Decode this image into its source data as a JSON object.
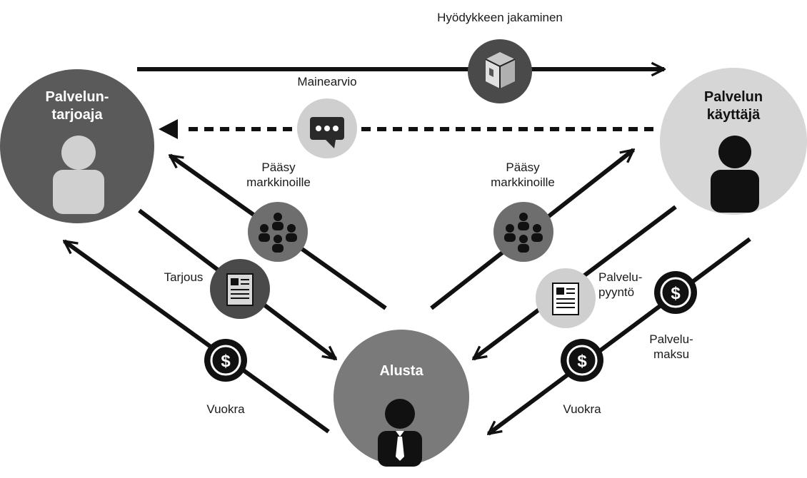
{
  "nodes": {
    "provider": {
      "line1": "Palvelun-",
      "line2": "tarjoaja"
    },
    "user": {
      "line1": "Palvelun",
      "line2": "käyttäjä"
    },
    "platform": {
      "label": "Alusta"
    }
  },
  "flows": {
    "asset_sharing": "Hyödykkeen jakaminen",
    "reputation": "Mainearvio",
    "market_access_left": {
      "line1": "Pääsy",
      "line2": "markkinoille"
    },
    "market_access_right": {
      "line1": "Pääsy",
      "line2": "markkinoille"
    },
    "offer": "Tarjous",
    "service_request": {
      "line1": "Palvelu-",
      "line2": "pyyntö"
    },
    "rent_left": "Vuokra",
    "rent_right": "Vuokra",
    "service_fee": {
      "line1": "Palvelu-",
      "line2": "maksu"
    }
  },
  "icons": {
    "box": "package-icon",
    "chat": "chat-bubble-icon",
    "group": "people-group-icon",
    "document": "document-icon",
    "dollar": "dollar-coin-icon",
    "person": "person-icon",
    "businessperson": "person-with-tie-icon"
  },
  "colors": {
    "provider_fill": "#5a5a5a",
    "user_fill": "#d6d6d6",
    "platform_fill": "#7a7a7a",
    "dark_icon_circle": "#4a4a4a",
    "mid_icon_circle": "#6e6e6e",
    "light_icon_circle": "#cfcfcf",
    "coin_circle": "#111111",
    "line": "#111111"
  }
}
